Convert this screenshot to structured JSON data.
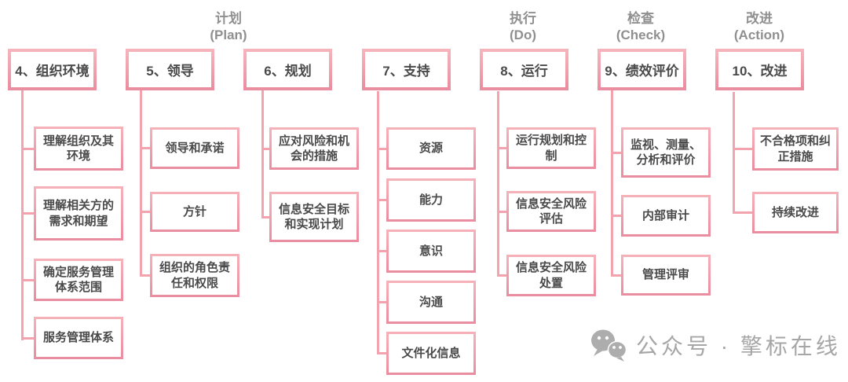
{
  "phase_labels": [
    {
      "cn": "计划",
      "en": "(Plan)"
    },
    {
      "cn": "执行",
      "en": "(Do)"
    },
    {
      "cn": "检查",
      "en": "(Check)"
    },
    {
      "cn": "改进",
      "en": "(Action)"
    }
  ],
  "columns": [
    {
      "header": "4、组织环境",
      "items": [
        "理解组织及其环境",
        "理解相关方的需求和期望",
        "确定服务管理体系范围",
        "服务管理体系"
      ]
    },
    {
      "header": "5、领导",
      "items": [
        "领导和承诺",
        "方针",
        "组织的角色责任和权限"
      ]
    },
    {
      "header": "6、规划",
      "items": [
        "应对风险和机会的措施",
        "信息安全目标和实现计划"
      ]
    },
    {
      "header": "7、支持",
      "items": [
        "资源",
        "能力",
        "意识",
        "沟通",
        "文件化信息"
      ]
    },
    {
      "header": "8、运行",
      "items": [
        "运行规划和控制",
        "信息安全风险评估",
        "信息安全风险处置"
      ]
    },
    {
      "header": "9、绩效评价",
      "items": [
        "监视、测量、分析和评价",
        "内部审计",
        "管理评审"
      ]
    },
    {
      "header": "10、改进",
      "items": [
        "不合格项和纠正措施",
        "持续改进"
      ]
    }
  ],
  "watermark": {
    "label": "公众号 · 擎标在线",
    "icon": "wechat-icon"
  },
  "colors": {
    "border_pink_light": "#f5b3ba",
    "border_pink_dark": "#eb8da0",
    "connector_pink": "#f2a3ae",
    "text_dark": "#4a4a4a",
    "phase_gray": "#8f8f8f",
    "watermark_gray": "#a6a6a6"
  }
}
